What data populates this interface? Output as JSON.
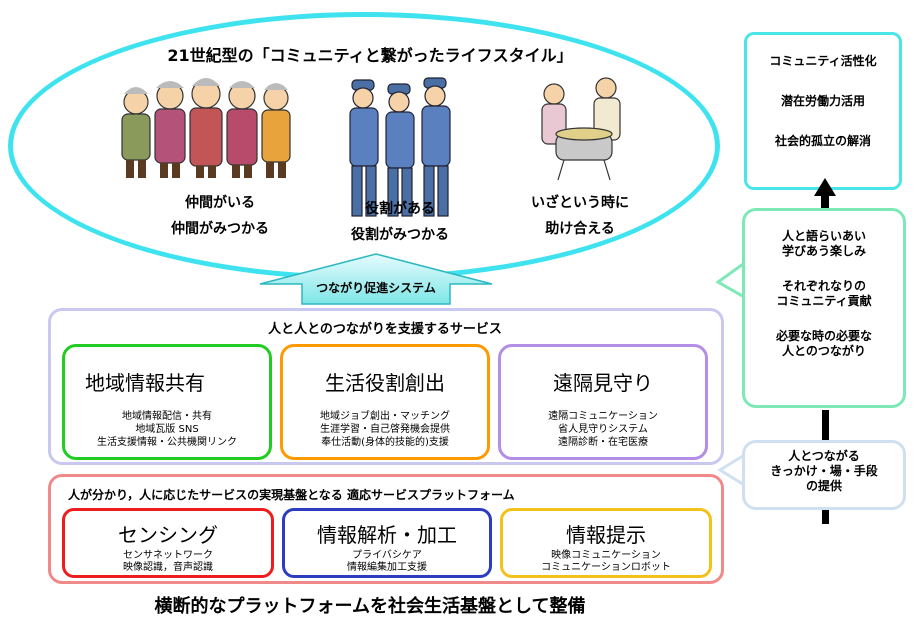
{
  "ellipse": {
    "title": "21世紀型の「コミュニティと繋がったライフスタイル」",
    "groups": [
      {
        "line1": "仲間がいる",
        "line2": "仲間がみつかる"
      },
      {
        "line1": "役割がある",
        "line2": "役割がみつかる"
      },
      {
        "line1": "いざという時に",
        "line2": "助け合える"
      }
    ]
  },
  "promo_arrow": {
    "label": "つながり促進システム"
  },
  "services": {
    "title": "人と人とのつながりを支援するサービス",
    "cards": [
      {
        "title": "地域情報共有",
        "lines": [
          "地域情報配信・共有",
          "地域瓦版 SNS",
          "生活支援情報・公共機関リンク"
        ],
        "color": "#22cc22"
      },
      {
        "title": "生活役割創出",
        "lines": [
          "地域ジョブ創出・マッチング",
          "生涯学習・自己啓発機会提供",
          "奉仕活動(身体的技能的)支援"
        ],
        "color": "#ff9900"
      },
      {
        "title": "遠隔見守り",
        "lines": [
          "遠隔コミュニケーション",
          "省人見守りシステム",
          "遠隔診断・在宅医療"
        ],
        "color": "#b48ee6"
      }
    ]
  },
  "platform": {
    "title": "人が分かり，人に応じたサービスの実現基盤となる  適応サービスプラットフォーム",
    "cards": [
      {
        "title": "センシング",
        "lines": [
          "センサネットワーク",
          "映像認識，音声認識"
        ],
        "color": "#ee1c1c"
      },
      {
        "title": "情報解析・加工",
        "lines": [
          "プライバシケア",
          "情報編集加工支援"
        ],
        "color": "#2e3cbf"
      },
      {
        "title": "情報提示",
        "lines": [
          "映像コミュニケーション",
          "コミュニケーションロボット"
        ],
        "color": "#f2c21b"
      }
    ]
  },
  "bottom_caption": "横断的なプラットフォームを社会生活基盤として整備",
  "goals": [
    "コミュニティ活性化",
    "潜在労働力活用",
    "社会的孤立の解消"
  ],
  "benefits": [
    {
      "lines": [
        "人と語らいあい",
        "学びあう楽しみ"
      ]
    },
    {
      "lines": [
        "それぞれなりの",
        "コミュニティ貢献"
      ]
    },
    {
      "lines": [
        "必要な時の必要な",
        "人とのつながり"
      ]
    }
  ],
  "trigger": {
    "lines": [
      "人とつながる",
      "きっかけ・場・手段",
      "の提供"
    ]
  }
}
